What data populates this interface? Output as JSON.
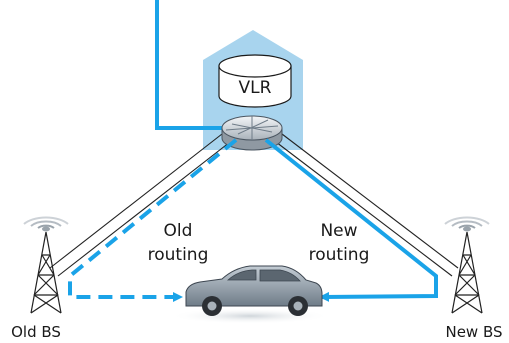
{
  "vlr_label": "VLR",
  "old_routing_line1": "Old",
  "old_routing_line2": "routing",
  "new_routing_line1": "New",
  "new_routing_line2": "routing",
  "old_bs_label": "Old BS",
  "new_bs_label": "New BS",
  "colors": {
    "route": "#1aa3e8",
    "building": "#a8d4ee",
    "link": "#222222",
    "car": "#8e9aa5"
  }
}
